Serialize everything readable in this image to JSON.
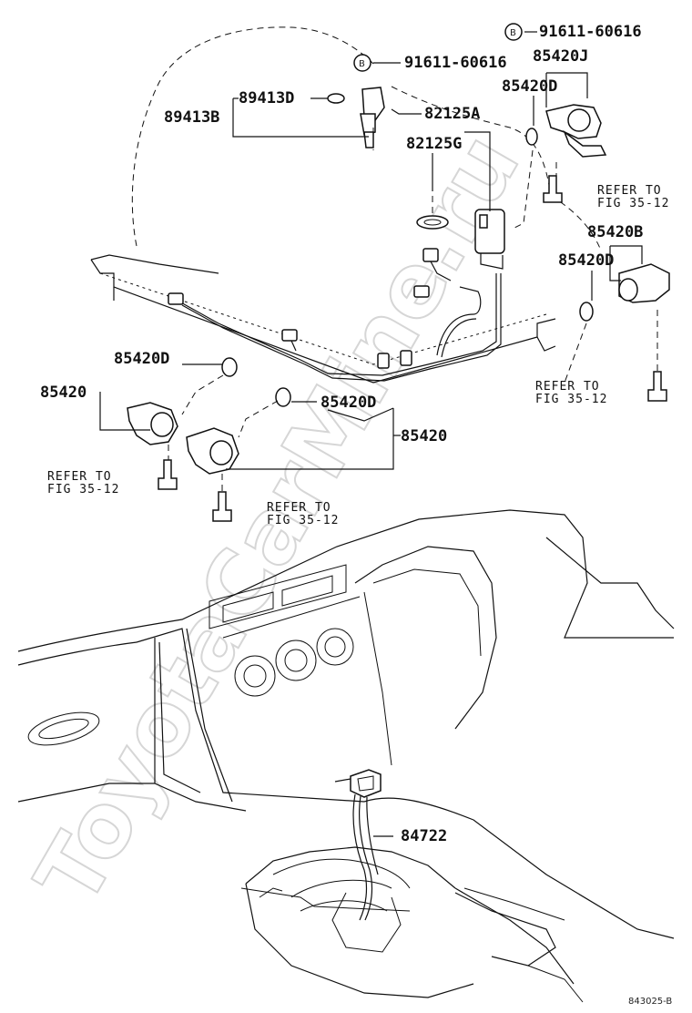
{
  "watermark": "ToyotaCarMine.ru",
  "diagram_code": "843025-B",
  "bolt_marker": "B",
  "labels": {
    "p91611_a": "91611-60616",
    "p91611_b": "91611-60616",
    "p85420J": "85420J",
    "p85420D_top": "85420D",
    "p89413D": "89413D",
    "p89413B": "89413B",
    "p82125A": "82125A",
    "p82125G": "82125G",
    "p85420B": "85420B",
    "p85420D_right": "85420D",
    "p85420D_left": "85420D",
    "p85420_left": "85420",
    "p85420D_mid": "85420D",
    "p85420_mid": "85420",
    "p84722": "84722"
  },
  "refers": {
    "ref1_line1": "REFER TO",
    "ref1_line2": "FIG 35-12",
    "ref2_line1": "REFER TO",
    "ref2_line2": "FIG 35-12",
    "ref3_line1": "REFER TO",
    "ref3_line2": "FIG 35-12",
    "ref4_line1": "REFER TO",
    "ref4_line2": "FIG 35-12"
  }
}
